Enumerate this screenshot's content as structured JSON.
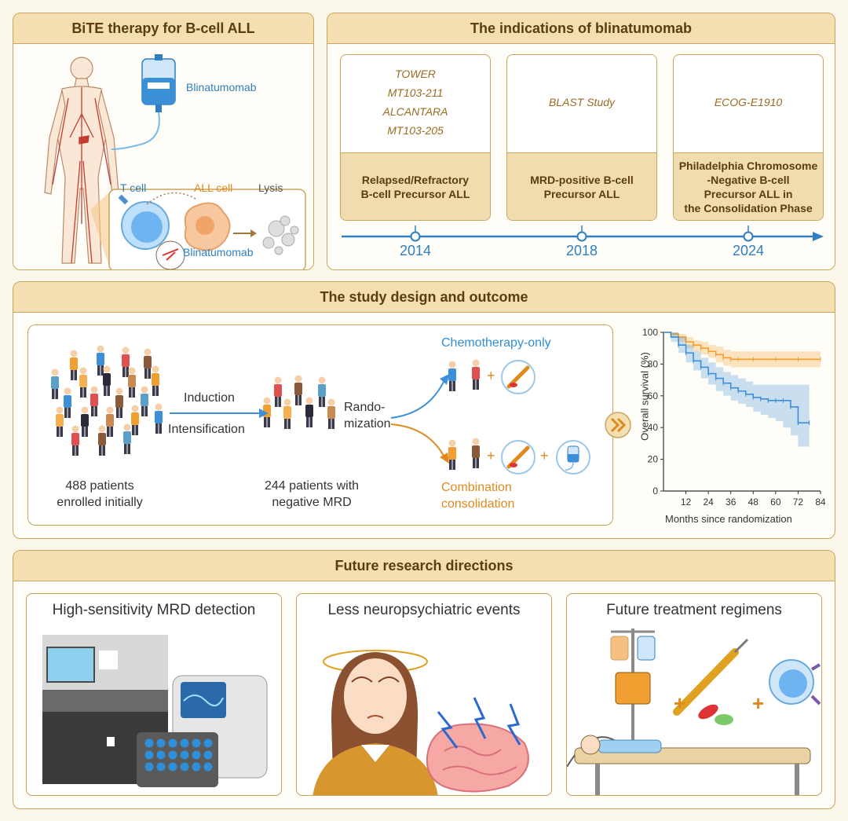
{
  "bite_panel": {
    "title": "BiTE therapy for B-cell ALL",
    "drug_label": "Blinatumomab",
    "t_cell": "T cell",
    "all_cell": "ALL cell",
    "lysis": "Lysis",
    "inset_drug": "Blinatumomab"
  },
  "indications_panel": {
    "title": "The indications of blinatumomab",
    "cards": [
      {
        "studies": [
          "TOWER",
          "MT103-211",
          "ALCANTARA",
          "MT103-205"
        ],
        "indication_line1": "Relapsed/Refractory",
        "indication_line2": "B-cell Precursor ALL",
        "year": "2014"
      },
      {
        "studies": [
          "BLAST Study"
        ],
        "indication_line1": "MRD-positive B-cell",
        "indication_line2": "Precursor ALL",
        "year": "2018"
      },
      {
        "studies": [
          "ECOG-E1910"
        ],
        "indication_line1": "Philadelphia Chromosome",
        "indication_line2": "-Negative B-cell",
        "indication_line3": "Precursor ALL in",
        "indication_line4": "the Consolidation Phase",
        "year": "2024"
      }
    ]
  },
  "study_panel": {
    "title": "The study design and outcome",
    "enrolled_line1": "488 patients",
    "enrolled_line2": "enrolled initially",
    "induction": "Induction",
    "intensification": "Intensification",
    "negative_line1": "244 patients with",
    "negative_line2": "negative MRD",
    "rando_line1": "Rando-",
    "rando_line2": "mization",
    "chemo_only": "Chemotherapy-only",
    "combo_line1": "Combination",
    "combo_line2": "consolidation",
    "plus": "+"
  },
  "chart_data": {
    "type": "line",
    "xlabel": "Months since randomization",
    "ylabel": "Overall survival (%)",
    "xlim": [
      0,
      84
    ],
    "ylim": [
      0,
      100
    ],
    "x_ticks": [
      12,
      24,
      36,
      48,
      60,
      72,
      84
    ],
    "y_ticks": [
      0,
      20,
      40,
      60,
      80,
      100
    ],
    "series": [
      {
        "color": "#f0a030",
        "x": [
          0,
          4,
          8,
          12,
          16,
          20,
          24,
          28,
          32,
          36,
          40,
          48,
          60,
          72,
          84
        ],
        "y": [
          100,
          99,
          97,
          94,
          92,
          90,
          88,
          86,
          84,
          83,
          83,
          83,
          83,
          83,
          83
        ],
        "ci_upper": [
          100,
          100,
          99,
          97,
          95,
          94,
          92,
          91,
          89,
          88,
          88,
          88,
          88,
          88,
          88
        ],
        "ci_lower": [
          100,
          97,
          94,
          90,
          88,
          86,
          84,
          81,
          79,
          78,
          78,
          78,
          78,
          78,
          78
        ]
      },
      {
        "color": "#3c8fd8",
        "x": [
          0,
          4,
          8,
          12,
          16,
          20,
          24,
          28,
          32,
          36,
          40,
          44,
          48,
          52,
          56,
          60,
          64,
          68,
          72,
          78
        ],
        "y": [
          100,
          97,
          92,
          87,
          82,
          78,
          74,
          71,
          68,
          65,
          63,
          61,
          59,
          58,
          57,
          57,
          57,
          53,
          43,
          43
        ],
        "ci_upper": [
          100,
          100,
          97,
          92,
          88,
          84,
          81,
          78,
          75,
          73,
          71,
          69,
          67,
          67,
          67,
          67,
          67,
          67,
          67,
          67
        ],
        "ci_lower": [
          100,
          94,
          87,
          81,
          76,
          71,
          67,
          63,
          60,
          57,
          55,
          53,
          50,
          48,
          46,
          44,
          40,
          35,
          28,
          28
        ]
      }
    ]
  },
  "future_panel": {
    "title": "Future research directions",
    "cards": [
      {
        "title": "High-sensitivity MRD detection"
      },
      {
        "title": "Less neuropsychiatric events"
      },
      {
        "title": "Future treatment regimens"
      }
    ],
    "plus": "+"
  },
  "colors": {
    "accent_gold": "#c9a45c",
    "header_fill": "#f3dfb2",
    "blue": "#2f7fc1",
    "orange": "#e08a1e"
  }
}
